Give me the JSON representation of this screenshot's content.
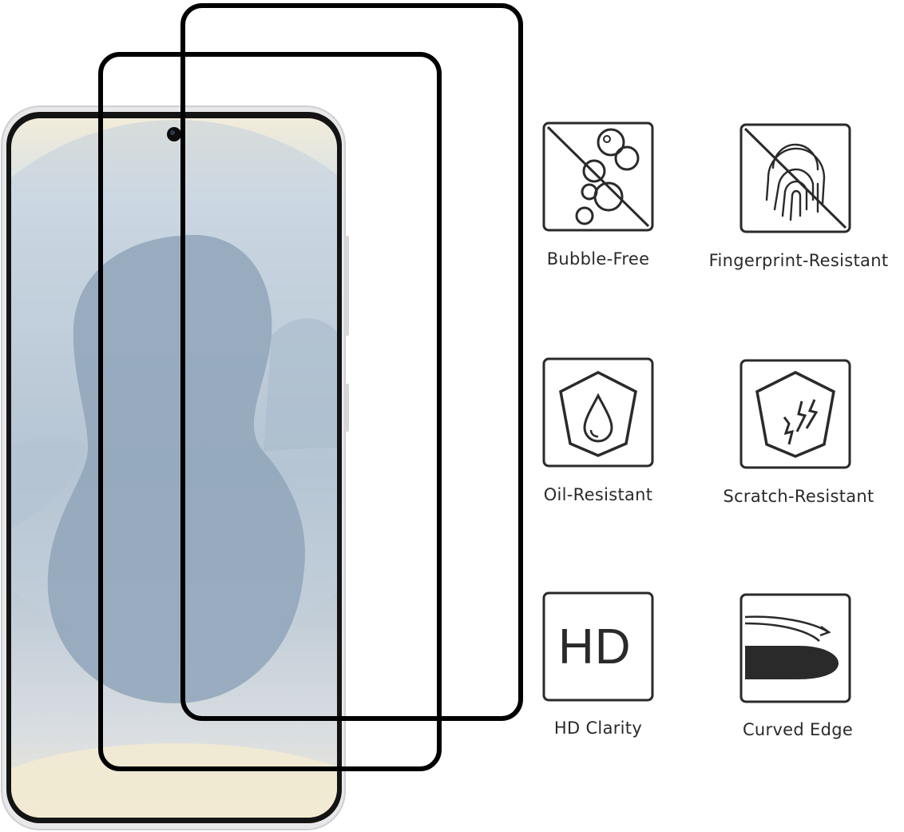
{
  "features": [
    {
      "id": "bubble-free",
      "label": "Bubble-Free",
      "icon": "bubbles-crossed-icon"
    },
    {
      "id": "fingerprint-resistant",
      "label": "Fingerprint-Resistant",
      "icon": "fingerprint-crossed-icon"
    },
    {
      "id": "oil-resistant",
      "label": "Oil-Resistant",
      "icon": "oil-drop-shield-icon"
    },
    {
      "id": "scratch-resistant",
      "label": "Scratch-Resistant",
      "icon": "scratch-shield-icon"
    },
    {
      "id": "hd-clarity",
      "label": "HD Clarity",
      "icon": "hd-icon",
      "icon_text": "HD"
    },
    {
      "id": "curved-edge",
      "label": "Curved Edge",
      "icon": "curved-edge-icon"
    }
  ],
  "colors": {
    "icon_stroke": "#2a2a2a",
    "protector_border": "#000000",
    "phone_frame": "#e6e6e6",
    "screen_bezel": "#111111"
  }
}
